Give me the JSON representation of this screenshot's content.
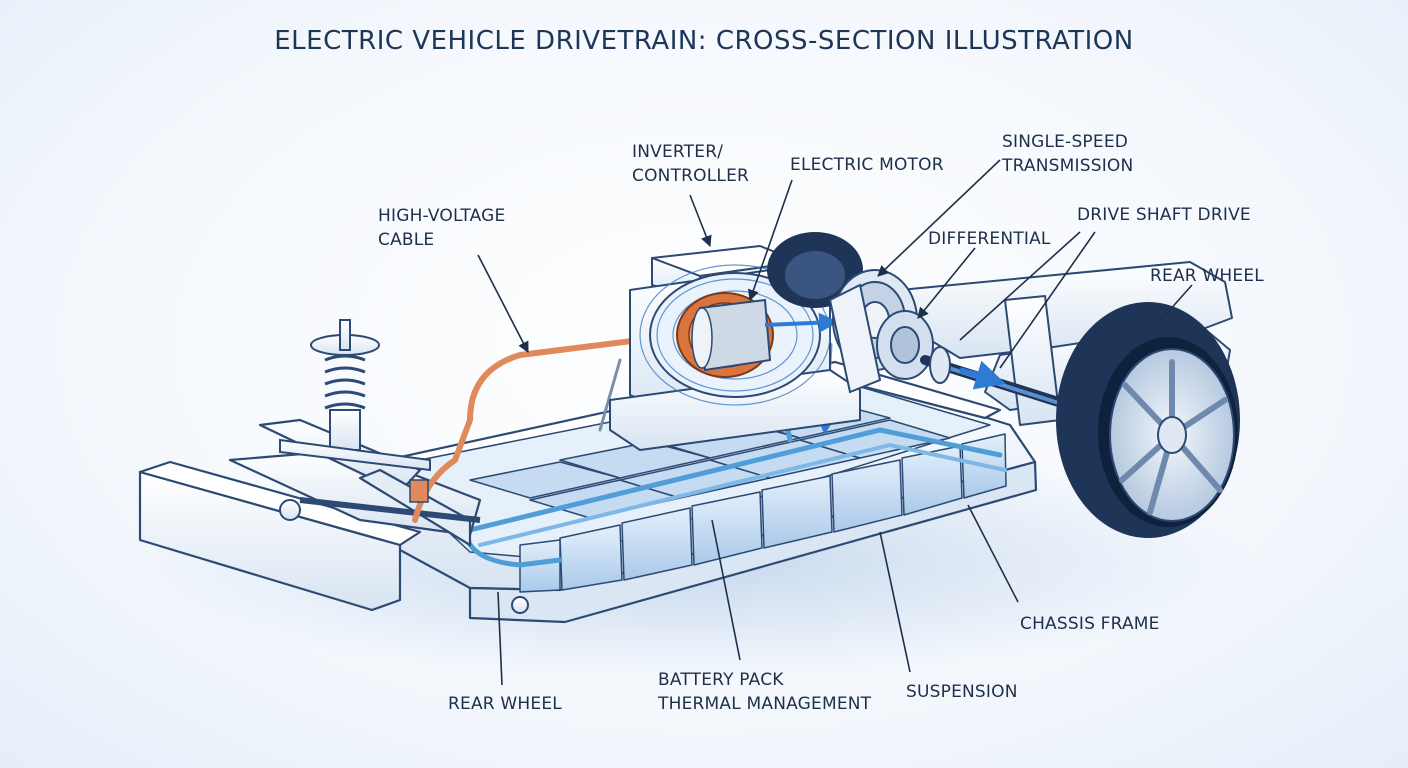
{
  "title": "ELECTRIC VEHICLE DRIVETRAIN: CROSS-SECTION ILLUSTRATION",
  "labels": {
    "inverter_line1": "INVERTER/",
    "inverter_line2": "CONTROLLER",
    "electric_motor": "ELECTRIC MOTOR",
    "transmission_line1": "SINGLE-SPEED",
    "transmission_line2": "TRANSMISSION",
    "hv_cable_line1": "HIGH-VOLTAGE",
    "hv_cable_line2": "CABLE",
    "differential": "DIFFERENTIAL",
    "drive_shaft": "DRIVE SHAFT DRIVE",
    "rear_wheel_right": "REAR WHEEL",
    "chassis_frame": "CHASSIS FRAME",
    "rear_wheel_bottom": "REAR WHEEL",
    "battery_line1": "BATTERY PACK",
    "battery_line2": "THERMAL MANAGEMENT",
    "suspension": "SUSPENSION"
  },
  "colors": {
    "outline": "#2c4a73",
    "frame_fill": "#eef3fa",
    "battery_cell": "#cfe2f6",
    "coolant": "#4f9ed8",
    "hv_cable": "#e0895a",
    "tire": "#1f3558",
    "flow_arrow": "#2e7bd6"
  }
}
